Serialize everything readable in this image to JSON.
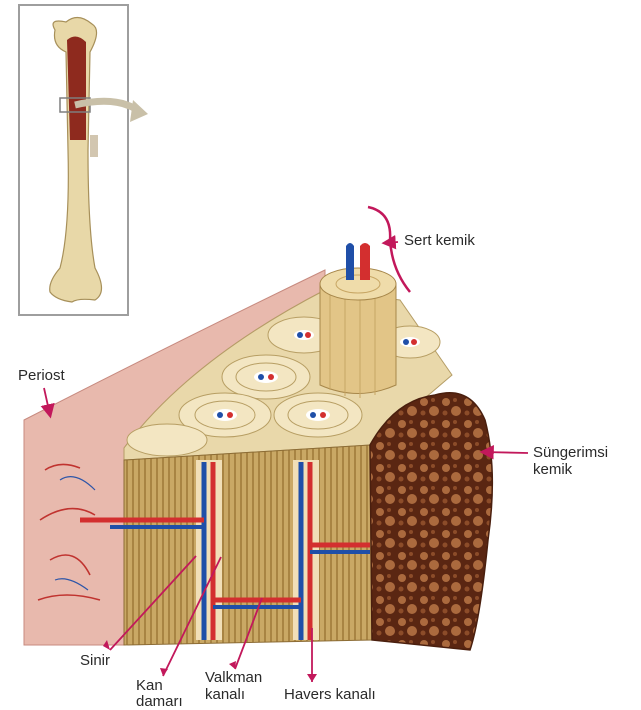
{
  "diagram": {
    "labels": {
      "sert_kemik": "Sert kemik",
      "periost": "Periost",
      "sungerimsi_kemik_line1": "Süngerimsi",
      "sungerimsi_kemik_line2": "kemik",
      "sinir": "Sinir",
      "kan_damari_line1": "Kan",
      "kan_damari_line2": "damarı",
      "volkman_kanali_line1": "Valkman",
      "volkman_kanali_line2": "kanalı",
      "havers_kanali": "Havers kanalı"
    },
    "colors": {
      "pointer": "#c2185b",
      "artery": "#d32f2f",
      "vein": "#1f4fa8",
      "compact_bone": "#e9d8aa",
      "spongy_bone": "#7a3a1f",
      "periosteum": "#e8b9ad",
      "frame": "#9e9e9e"
    },
    "icons": [
      "femur-thumbnail",
      "inset-arrow"
    ]
  }
}
